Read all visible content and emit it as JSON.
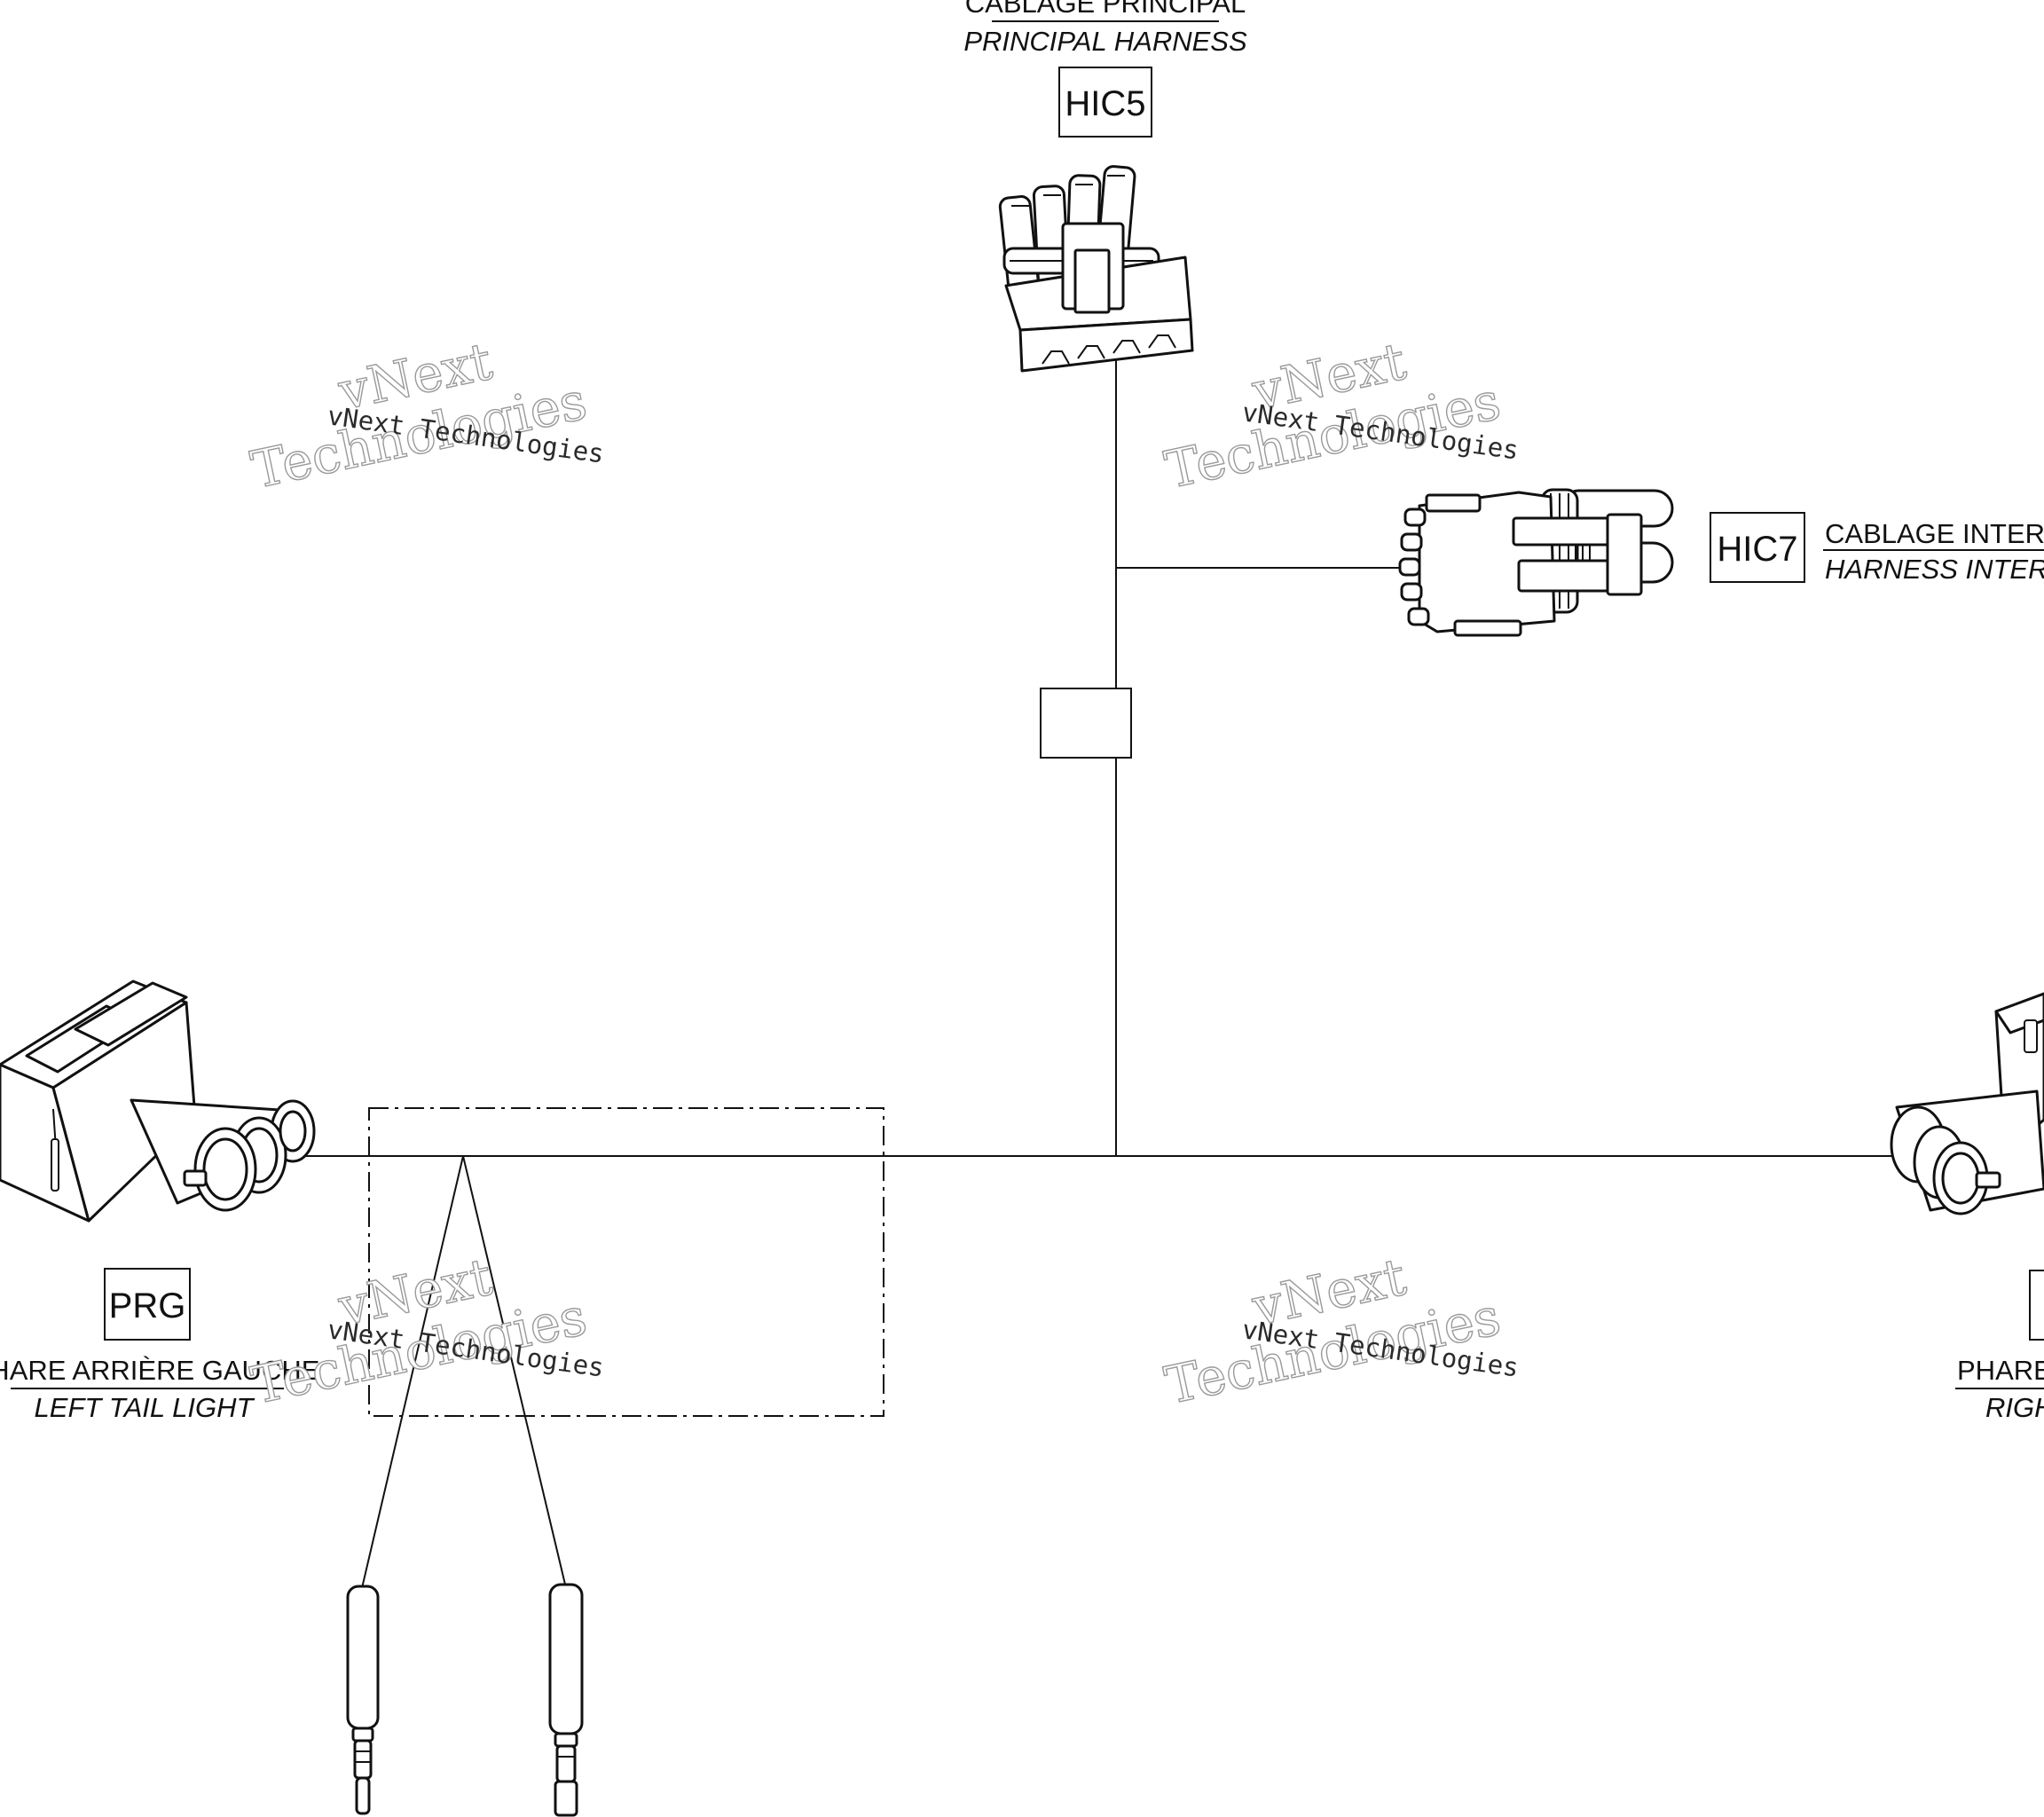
{
  "connectors": {
    "hic5": {
      "tag": "HIC5",
      "label_fr": "CABLAGE PRINCIPAL",
      "label_en": "PRINCIPAL HARNESS"
    },
    "hic7": {
      "tag": "HIC7",
      "label_fr": "CABLAGE INTER-CO",
      "label_en": "HARNESS INTER-CO"
    },
    "prg": {
      "tag": "PRG",
      "label_fr": "PHARE ARRIÈRE GAUCHE",
      "label_en": "LEFT TAIL LIGHT"
    },
    "prd": {
      "tag": "",
      "label_fr": "PHARE A",
      "label_en": "RIGH"
    }
  },
  "watermark": {
    "line1": "vNext",
    "line2": "Technologies",
    "small": "vNext Technologies"
  },
  "colors": {
    "ink": "#111111",
    "watermark_outline": "#9a9a9a"
  }
}
